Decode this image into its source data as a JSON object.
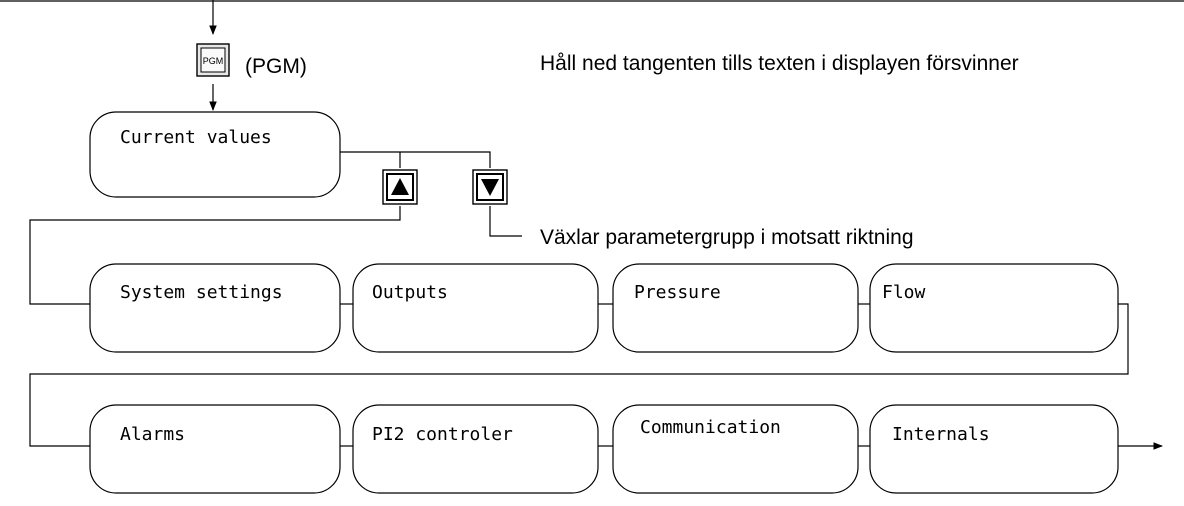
{
  "pgm_key": {
    "label": "PGM",
    "caption": "(PGM)"
  },
  "hold_note": "Håll ned tangenten tills texten i displayen försvinner",
  "current_values": "Current values",
  "toggle_note": "Växlar parametergrupp i motsatt riktning",
  "groups_row1": [
    "System settings",
    "Outputs",
    "Pressure",
    "Flow"
  ],
  "groups_row2": [
    "Alarms",
    "PI2 controler",
    "Communication",
    "Internals"
  ],
  "keys": {
    "up": "arrow-up-key",
    "down": "arrow-down-key"
  },
  "colors": {
    "stroke": "#000000",
    "background": "#ffffff"
  }
}
